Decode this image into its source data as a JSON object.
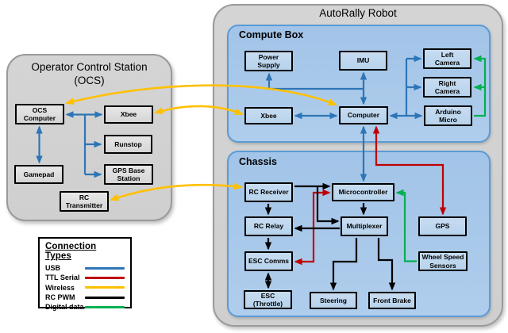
{
  "ocs": {
    "title": "Operator Control Station\n(OCS)",
    "boxes": {
      "ocs_computer": "OCS\nComputer",
      "xbee": "Xbee",
      "runstop": "Runstop",
      "gps_base_station": "GPS Base\nStation",
      "gamepad": "Gamepad",
      "rc_transmitter": "RC\nTransmitter"
    }
  },
  "robot": {
    "title": "AutoRally Robot",
    "compute_box": {
      "title": "Compute Box",
      "boxes": {
        "power_supply": "Power\nSupply",
        "imu": "IMU",
        "left_camera": "Left\nCamera",
        "right_camera": "Right\nCamera",
        "arduino_micro": "Arduino\nMicro",
        "xbee": "Xbee",
        "computer": "Computer"
      }
    },
    "chassis": {
      "title": "Chassis",
      "boxes": {
        "rc_receiver": "RC Receiver",
        "microcontroller": "Microcontroller",
        "gps": "GPS",
        "rc_relay": "RC Relay",
        "multiplexer": "Multiplexer",
        "wheel_speed_sensors": "Wheel Speed\nSensors",
        "esc_comms": "ESC Comms",
        "esc_throttle": "ESC\n(Throttle)",
        "steering": "Steering",
        "front_brake": "Front Brake"
      }
    }
  },
  "legend": {
    "title": "Connection Types",
    "items": [
      {
        "label": "USB",
        "color": "#2E75B6"
      },
      {
        "label": "TTL Serial",
        "color": "#C00000"
      },
      {
        "label": "Wireless",
        "color": "#FFC000"
      },
      {
        "label": "RC PWM",
        "color": "#000000"
      },
      {
        "label": "Digital data",
        "color": "#00B050"
      }
    ]
  },
  "connections": [
    {
      "from": "ocs_computer",
      "to": "xbee_ocs",
      "type": "USB",
      "bidirectional": true
    },
    {
      "from": "ocs_computer",
      "to": "runstop",
      "type": "USB",
      "bidirectional": false
    },
    {
      "from": "ocs_computer",
      "to": "gps_base_station",
      "type": "USB",
      "bidirectional": false
    },
    {
      "from": "ocs_computer",
      "to": "gamepad",
      "type": "USB",
      "bidirectional": true
    },
    {
      "from": "xbee_robot",
      "to": "computer",
      "type": "USB",
      "bidirectional": true
    },
    {
      "from": "computer",
      "to": "imu",
      "type": "USB",
      "bidirectional": true
    },
    {
      "from": "computer",
      "to": "power_supply",
      "type": "USB",
      "bidirectional": false
    },
    {
      "from": "computer",
      "to": "arduino_micro",
      "type": "USB",
      "bidirectional": true
    },
    {
      "from": "computer",
      "to": "left_camera",
      "type": "USB",
      "bidirectional": false
    },
    {
      "from": "computer",
      "to": "right_camera",
      "type": "USB",
      "bidirectional": false
    },
    {
      "from": "computer",
      "to": "microcontroller",
      "type": "USB",
      "bidirectional": true
    },
    {
      "from": "computer",
      "to": "gps",
      "type": "TTL Serial",
      "bidirectional": true
    },
    {
      "from": "microcontroller",
      "to": "esc_comms",
      "type": "TTL Serial",
      "bidirectional": true
    },
    {
      "from": "rc_receiver",
      "to": "microcontroller",
      "type": "RC PWM",
      "bidirectional": false
    },
    {
      "from": "rc_receiver",
      "to": "multiplexer",
      "type": "RC PWM",
      "bidirectional": false
    },
    {
      "from": "rc_receiver",
      "to": "rc_relay",
      "type": "RC PWM",
      "bidirectional": false
    },
    {
      "from": "multiplexer",
      "to": "rc_relay",
      "type": "RC PWM",
      "bidirectional": false
    },
    {
      "from": "rc_relay",
      "to": "esc_comms",
      "type": "RC PWM",
      "bidirectional": false
    },
    {
      "from": "esc_comms",
      "to": "esc_throttle",
      "type": "RC PWM",
      "bidirectional": true
    },
    {
      "from": "microcontroller",
      "to": "multiplexer",
      "type": "RC PWM",
      "bidirectional": false
    },
    {
      "from": "multiplexer",
      "to": "steering",
      "type": "RC PWM",
      "bidirectional": false
    },
    {
      "from": "multiplexer",
      "to": "front_brake",
      "type": "RC PWM",
      "bidirectional": false
    },
    {
      "from": "arduino_micro",
      "to": "left_camera",
      "type": "Digital data",
      "bidirectional": false
    },
    {
      "from": "arduino_micro",
      "to": "right_camera",
      "type": "Digital data",
      "bidirectional": false
    },
    {
      "from": "wheel_speed_sensors",
      "to": "microcontroller",
      "type": "Digital data",
      "bidirectional": false
    },
    {
      "from": "ocs_computer",
      "to": "computer",
      "type": "Wireless",
      "bidirectional": true
    },
    {
      "from": "xbee_ocs",
      "to": "xbee_robot",
      "type": "Wireless",
      "bidirectional": true
    },
    {
      "from": "rc_transmitter",
      "to": "rc_receiver",
      "type": "Wireless",
      "bidirectional": true
    }
  ]
}
